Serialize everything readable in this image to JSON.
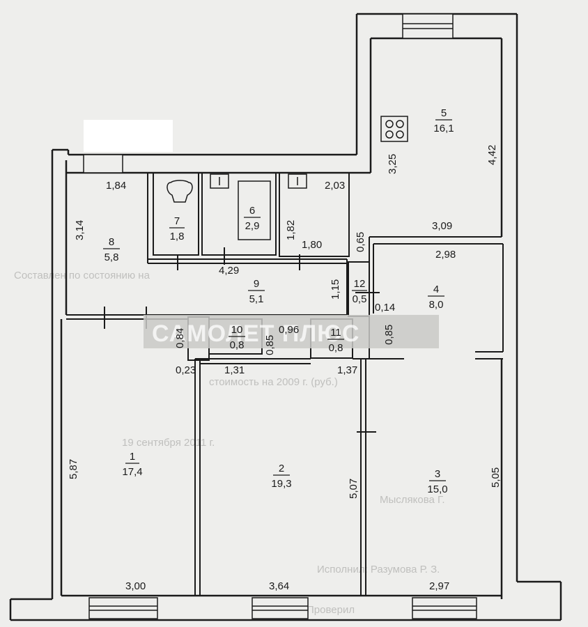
{
  "colors": {
    "paper": "#eeeeec",
    "wall": "#1a1a1a",
    "watermark_bg": "#c9c9c7",
    "watermark_text": "#ffffff"
  },
  "watermark": {
    "text": "САМОЛЕТ ПЛЮС"
  },
  "rooms": [
    {
      "id": "1",
      "number": "1",
      "area": "17,4"
    },
    {
      "id": "2",
      "number": "2",
      "area": "19,3"
    },
    {
      "id": "3",
      "number": "3",
      "area": "15,0"
    },
    {
      "id": "4",
      "number": "4",
      "area": "8,0"
    },
    {
      "id": "5",
      "number": "5",
      "area": "16,1"
    },
    {
      "id": "6",
      "number": "6",
      "area": "2,9"
    },
    {
      "id": "7",
      "number": "7",
      "area": "1,8"
    },
    {
      "id": "8",
      "number": "8",
      "area": "5,8"
    },
    {
      "id": "9",
      "number": "9",
      "area": "5,1"
    },
    {
      "id": "10",
      "number": "10",
      "area": "0,8"
    },
    {
      "id": "11",
      "number": "11",
      "area": "0,8"
    },
    {
      "id": "12",
      "number": "12",
      "area": "0,5"
    }
  ],
  "dimensions": {
    "d_1_84": "1,84",
    "d_3_14": "3,14",
    "d_1_82": "1,82",
    "d_2_03": "2,03",
    "d_3_25": "3,25",
    "d_4_42": "4,42",
    "d_0_65": "0,65",
    "d_3_09": "3,09",
    "d_1_80": "1,80",
    "d_4_29": "4,29",
    "d_2_98": "2,98",
    "d_1_15": "1,15",
    "d_0_14": "0,14",
    "d_0_84": "0,84",
    "d_0_96": "0,96",
    "d_0_85a": "0,85",
    "d_0_85b": "0,85",
    "d_0_23": "0,23",
    "d_1_31": "1,31",
    "d_1_37": "1,37",
    "d_5_87": "5,87",
    "d_5_07": "5,07",
    "d_5_05": "5,05",
    "d_3_00": "3,00",
    "d_3_64": "3,64",
    "d_2_97": "2,97"
  },
  "background_text": {
    "l1": "Составлен по состоянию на",
    "l2": "19 сентября 2011 г.",
    "l3": "Исполнил: Разумова Р. З.",
    "l4": "Проверил",
    "l5": "Мыслякова Г.",
    "l6": "стоимость на 2009 г. (руб.)"
  }
}
